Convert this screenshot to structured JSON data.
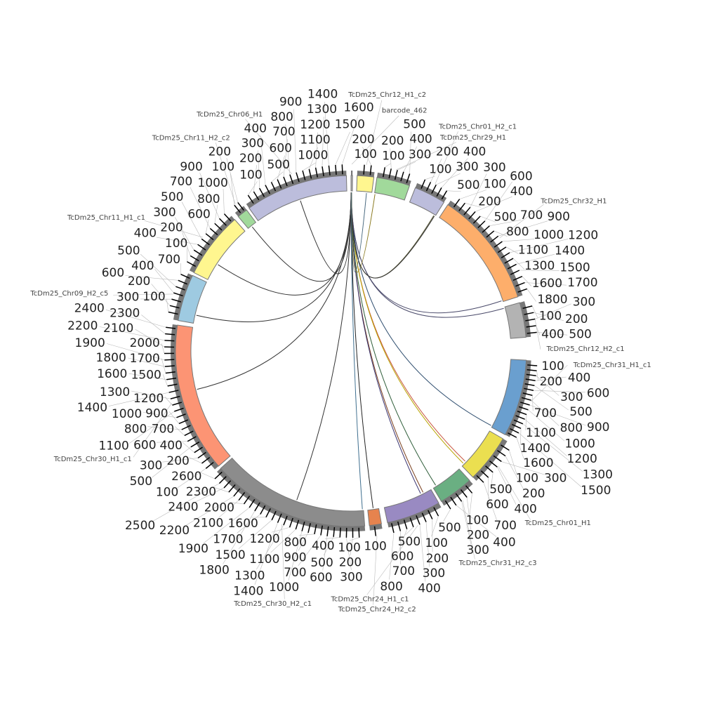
{
  "chart_data": {
    "type": "circos",
    "tick_interval": 100,
    "segments": [
      {
        "name": "barcode_462",
        "length": 20,
        "color": "#b0b0b0"
      },
      {
        "name": "TcDm25_Chr12_H1_c2",
        "length": 260,
        "color": "#fff68f"
      },
      {
        "name": "TcDm25_Chr29_H1",
        "length": 560,
        "color": "#a1d99b"
      },
      {
        "name": "TcDm25_Chr01_H2_c1",
        "length": 560,
        "color": "#bcbddc"
      },
      {
        "name": "TcDm25_Chr32_H1",
        "length": 1870,
        "color": "#fdae6b"
      },
      {
        "name": "TcDm25_Chr12_H2_c1",
        "length": 560,
        "color": "#b3b3b3"
      },
      {
        "name": "TcDm25_Chr31_H1_c1",
        "length": 1660,
        "color": "#6a9fcf"
      },
      {
        "name": "TcDm25_Chr01_H1",
        "length": 760,
        "color": "#ebdf50"
      },
      {
        "name": "TcDm25_Chr31_H2_c3",
        "length": 560,
        "color": "#6aaf82"
      },
      {
        "name": "TcDm25_Chr24_H1_c1",
        "length": 860,
        "color": "#998ac2"
      },
      {
        "name": "TcDm25_Chr24_H2_c2",
        "length": 170,
        "color": "#e6834e"
      },
      {
        "name": "TcDm25_Chr30_H2_c1",
        "length": 2660,
        "color": "#8c8c8c"
      },
      {
        "name": "TcDm25_Chr30_H1_c1",
        "length": 2460,
        "color": "#fc9474"
      },
      {
        "name": "TcDm25_Chr09_H2_c5",
        "length": 760,
        "color": "#9ecae1"
      },
      {
        "name": "TcDm25_Chr11_H1_c1",
        "length": 1060,
        "color": "#fff68f"
      },
      {
        "name": "TcDm25_Chr11_H2_c2",
        "length": 260,
        "color": "#a1d99b"
      },
      {
        "name": "TcDm25_Chr06_H1",
        "length": 1660,
        "color": "#bcbddc"
      }
    ],
    "links": [
      {
        "source": "barcode_462",
        "target": "TcDm25_Chr06_H1",
        "pos": 825,
        "color": "#333333"
      },
      {
        "source": "barcode_462",
        "target": "TcDm25_Chr11_H2_c2",
        "pos": 111,
        "color": "#333333"
      },
      {
        "source": "barcode_462",
        "target": "TcDm25_Chr11_H1_c1",
        "pos": 313,
        "color": "#333333"
      },
      {
        "source": "barcode_462",
        "target": "TcDm25_Chr09_H2_c5",
        "pos": 147,
        "color": "#333333"
      },
      {
        "source": "barcode_462",
        "target": "TcDm25_Chr30_H1_c1",
        "pos": 1342,
        "color": "#333333"
      },
      {
        "source": "barcode_462",
        "target": "TcDm25_Chr30_H2_c1",
        "pos": 1241,
        "color": "#333333"
      },
      {
        "source": "barcode_462",
        "target": "TcDm25_Chr30_H2_c1",
        "pos": 20,
        "color": "#3f6f8f"
      },
      {
        "source": "barcode_462",
        "target": "TcDm25_Chr24_H2_c2",
        "pos": 85,
        "color": "#222222"
      },
      {
        "source": "barcode_462",
        "target": "TcDm25_Chr24_H1_c1",
        "pos": 143,
        "color": "#7a3f1e"
      },
      {
        "source": "barcode_462",
        "target": "TcDm25_Chr24_H1_c1",
        "pos": 190,
        "color": "#3a3470"
      },
      {
        "source": "barcode_462",
        "target": "TcDm25_Chr31_H2_c3",
        "pos": 500,
        "color": "#2f5e3a"
      },
      {
        "source": "barcode_462",
        "target": "TcDm25_Chr01_H1",
        "pos": 665,
        "color": "#c8553f"
      },
      {
        "source": "barcode_462",
        "target": "TcDm25_Chr01_H1",
        "pos": 713,
        "color": "#b8a400"
      },
      {
        "source": "barcode_462",
        "target": "TcDm25_Chr31_H1_c1",
        "pos": 1627,
        "color": "#2f4e6f"
      },
      {
        "source": "barcode_462",
        "target": "TcDm25_Chr32_H1",
        "pos": 1850,
        "color": "#4a4a6a"
      },
      {
        "source": "barcode_462",
        "target": "TcDm25_Chr12_H2_c1",
        "pos": 20,
        "color": "#4a4a6a"
      },
      {
        "source": "barcode_462",
        "target": "TcDm25_Chr01_H2_c1",
        "pos": 530,
        "color": "#555533"
      },
      {
        "source": "barcode_462",
        "target": "TcDm25_Chr01_H2_c1",
        "pos": 545,
        "color": "#333333"
      },
      {
        "source": "barcode_462",
        "target": "TcDm25_Chr29_H1",
        "pos": 10,
        "color": "#8a7a20"
      },
      {
        "source": "barcode_462",
        "target": "TcDm25_Chr12_H1_c2",
        "pos": 170,
        "color": "#4a6a80"
      }
    ]
  }
}
